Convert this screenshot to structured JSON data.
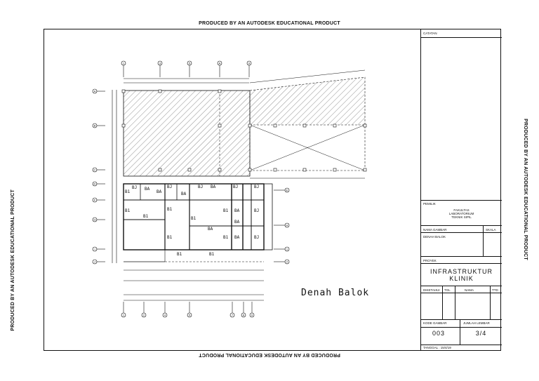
{
  "stamps": {
    "top": "PRODUCED BY AN AUTODESK EDUCATIONAL PRODUCT",
    "bottom": "PRODUCED BY AN AUTODESK EDUCATIONAL PRODUCT",
    "left": "PRODUCED BY AN AUTODESK EDUCATIONAL PRODUCT",
    "right": "PRODUCED BY AN AUTODESK EDUCATIONAL PRODUCT"
  },
  "drawing": {
    "title": "Denah Balok",
    "grid_top": [
      "1",
      "3",
      "5",
      "A",
      "9"
    ],
    "grid_bottom": [
      "1",
      "2",
      "4",
      "5",
      "7",
      "8",
      "9"
    ],
    "grid_left": [
      "A",
      "B",
      "C",
      "D",
      "F",
      "G",
      "I",
      "J"
    ],
    "grid_right": [
      "E",
      "H",
      "1",
      "2"
    ],
    "beam_labels": [
      "B1",
      "BA",
      "BJ"
    ]
  },
  "title_block": {
    "catatan": "CATATAN",
    "pemilik_label": "PEMILIK",
    "owner_lines": [
      "FAKULTAS",
      "LABORATORIUM",
      "TEKNIK SIPIL"
    ],
    "nama_gambar": "NAMA GAMBAR",
    "skala": "SKALA",
    "gambar_sub": "DENAH BALOK",
    "proyek_label": "PROYEK",
    "project": "INFRASTRUKTUR KLINIK",
    "diketahui": "DIKETAHUI",
    "tgl": "TGL",
    "nama": "NAMA",
    "ttd": "TTD",
    "kode_gambar": "KODE GAMBAR",
    "jumlah_lembar": "JUMLAH LEMBAR",
    "code": "003",
    "sheet": "3/4",
    "tanggal": "TANGGAL : 15/4/19"
  }
}
